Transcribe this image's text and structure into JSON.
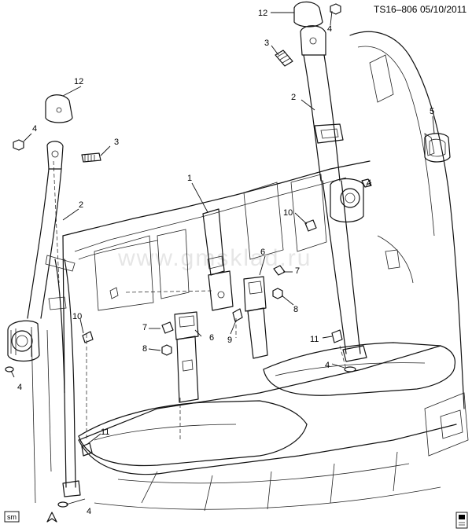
{
  "header": {
    "drawing_id": "TS16–806",
    "date": "05/10/2011"
  },
  "watermark": "www.gmsklad.ru",
  "unit_tag": "sm",
  "callouts": {
    "c1": "1",
    "c2_left": "2",
    "c2_right": "2",
    "c3_left": "3",
    "c3_right": "3",
    "c4_a": "4",
    "c4_b": "4",
    "c4_c": "4",
    "c4_d": "4",
    "c4_e": "4",
    "c4_f": "4",
    "c5": "5",
    "c6_center": "6",
    "c6_left": "6",
    "c7_center": "7",
    "c7_left": "7",
    "c8_center": "8",
    "c8_left": "8",
    "c9": "9",
    "c10_left": "10",
    "c10_center": "10",
    "c11_right": "11",
    "c11_left": "11",
    "c12_left": "12",
    "c12_right": "12"
  }
}
